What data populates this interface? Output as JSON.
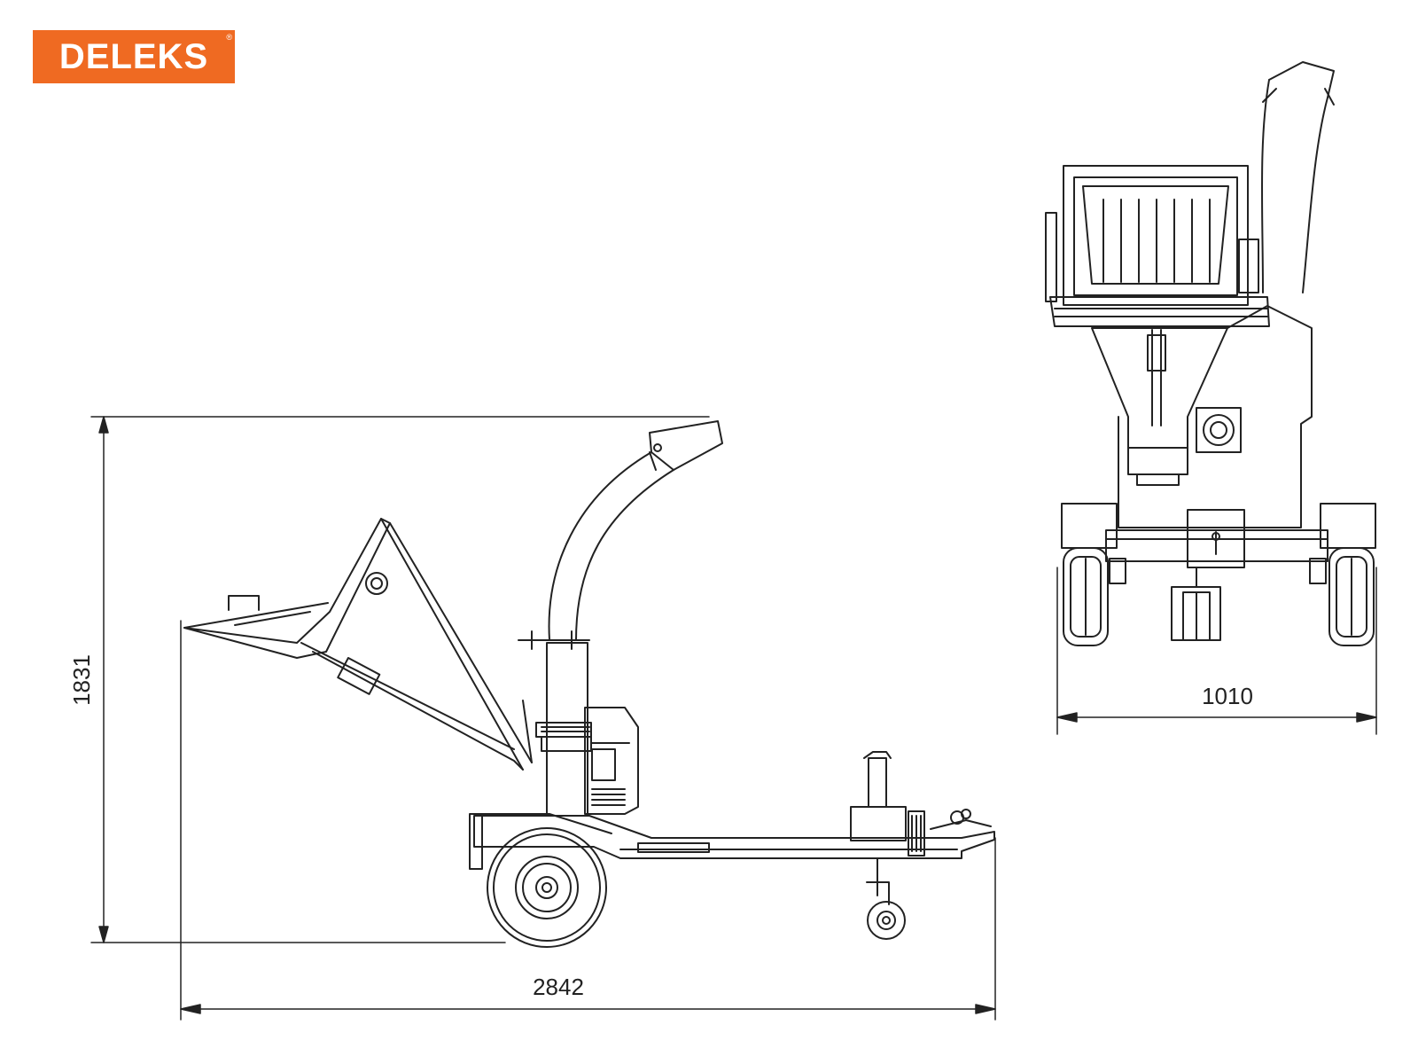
{
  "brand": {
    "name": "DELEKS",
    "registered_mark": "®",
    "color": "#ef6a22"
  },
  "dimensions": {
    "height_label": "1831",
    "length_label": "2842",
    "width_label": "1010"
  },
  "colors": {
    "line": "#222222",
    "background": "#ffffff"
  }
}
